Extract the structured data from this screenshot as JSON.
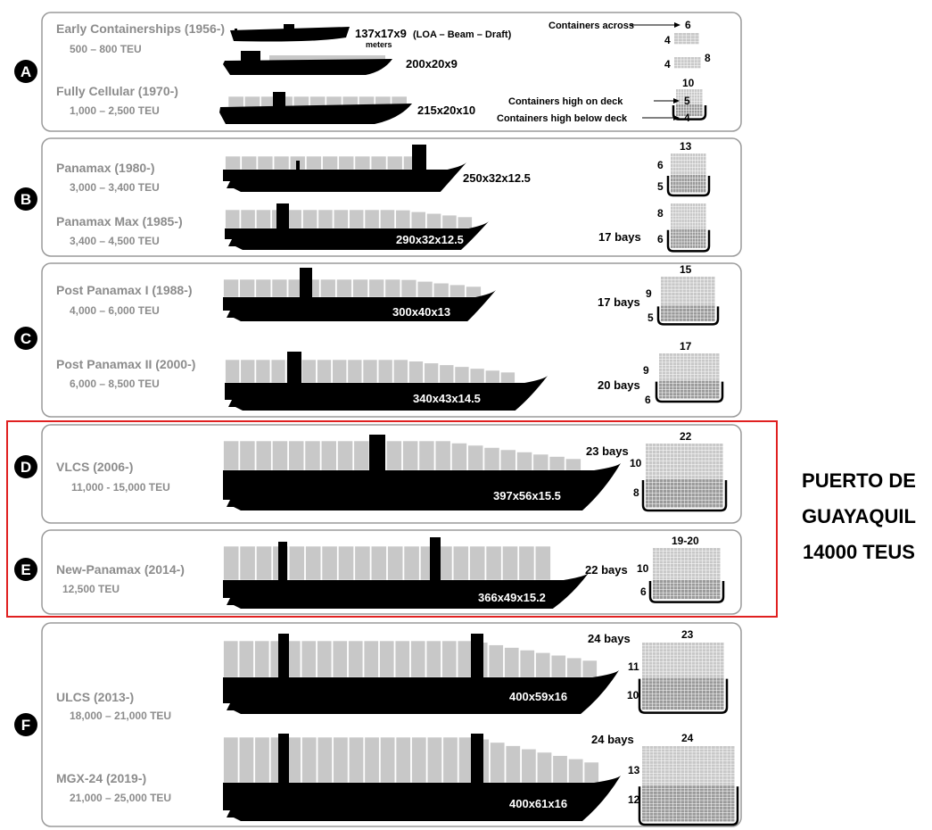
{
  "sections": [
    {
      "letter": "A",
      "ships": [
        {
          "name": "Early Containerships (1956-)",
          "teu": "500 – 800 TEU",
          "dims": "137x17x9",
          "dims_note": "(LOA – Beam – Draft)",
          "dims_unit": "meters"
        },
        {
          "dims": "200x20x9"
        },
        {
          "name": "Fully Cellular (1970-)",
          "teu": "1,000 – 2,500 TEU",
          "dims": "215x20x10"
        }
      ],
      "legend": {
        "across_label": "Containers across",
        "high_on_deck_label": "Containers high on deck",
        "high_below_deck_label": "Containers high below deck"
      },
      "sections_cross": [
        {
          "above": "6",
          "left": "4",
          "right": ""
        },
        {
          "above": "",
          "left": "4",
          "right": "8"
        },
        {
          "above": "10",
          "on_deck": "5",
          "below_deck": "4"
        }
      ]
    },
    {
      "letter": "B",
      "ships": [
        {
          "name": "Panamax (1980-)",
          "teu": "3,000 – 3,400 TEU",
          "dims": "250x32x12.5"
        },
        {
          "name": "Panamax Max (1985-)",
          "teu": "3,400 – 4,500 TEU",
          "dims": "290x32x12.5",
          "bays": "17 bays"
        }
      ],
      "sections_cross": [
        {
          "across": "13",
          "on_deck": "6",
          "below_deck": "5"
        },
        {
          "on_deck": "8",
          "below_deck": "6"
        }
      ]
    },
    {
      "letter": "C",
      "ships": [
        {
          "name": "Post Panamax I (1988-)",
          "teu": "4,000 – 6,000 TEU",
          "dims": "300x40x13",
          "bays": "17 bays"
        },
        {
          "name": "Post Panamax II (2000-)",
          "teu": "6,000 – 8,500 TEU",
          "dims": "340x43x14.5",
          "bays": "20 bays"
        }
      ],
      "sections_cross": [
        {
          "across": "15",
          "on_deck": "9",
          "below_deck": "5"
        },
        {
          "across": "17",
          "on_deck": "9",
          "below_deck": "6"
        }
      ]
    },
    {
      "letter": "D",
      "ships": [
        {
          "name": "VLCS (2006-)",
          "teu": "11,000 - 15,000 TEU",
          "dims": "397x56x15.5",
          "bays": "23 bays"
        }
      ],
      "sections_cross": [
        {
          "across": "22",
          "on_deck": "10",
          "below_deck": "8"
        }
      ]
    },
    {
      "letter": "E",
      "ships": [
        {
          "name": "New-Panamax (2014-)",
          "teu": "12,500 TEU",
          "dims": "366x49x15.2",
          "bays": "22 bays"
        }
      ],
      "sections_cross": [
        {
          "across": "19-20",
          "on_deck": "10",
          "below_deck": "6"
        }
      ]
    },
    {
      "letter": "F",
      "ships": [
        {
          "name": "ULCS (2013-)",
          "teu": "18,000 – 21,000 TEU",
          "dims": "400x59x16",
          "bays": "24 bays"
        },
        {
          "name": "MGX-24 (2019-)",
          "teu": "21,000 – 25,000 TEU",
          "dims": "400x61x16",
          "bays": "24 bays"
        }
      ],
      "sections_cross": [
        {
          "across": "23",
          "on_deck": "11",
          "below_deck": "10"
        },
        {
          "across": "24",
          "on_deck": "13",
          "below_deck": "12"
        }
      ]
    }
  ],
  "side_note": {
    "line1": "PUERTO DE",
    "line2": "GUAYAQUIL",
    "line3": "14000 TEUS"
  },
  "colors": {
    "hull": "#000000",
    "container": "#c8c8c8",
    "panel_border": "#9a9a9a",
    "grey_text": "#8c8c8c",
    "highlight": "#e02020"
  }
}
